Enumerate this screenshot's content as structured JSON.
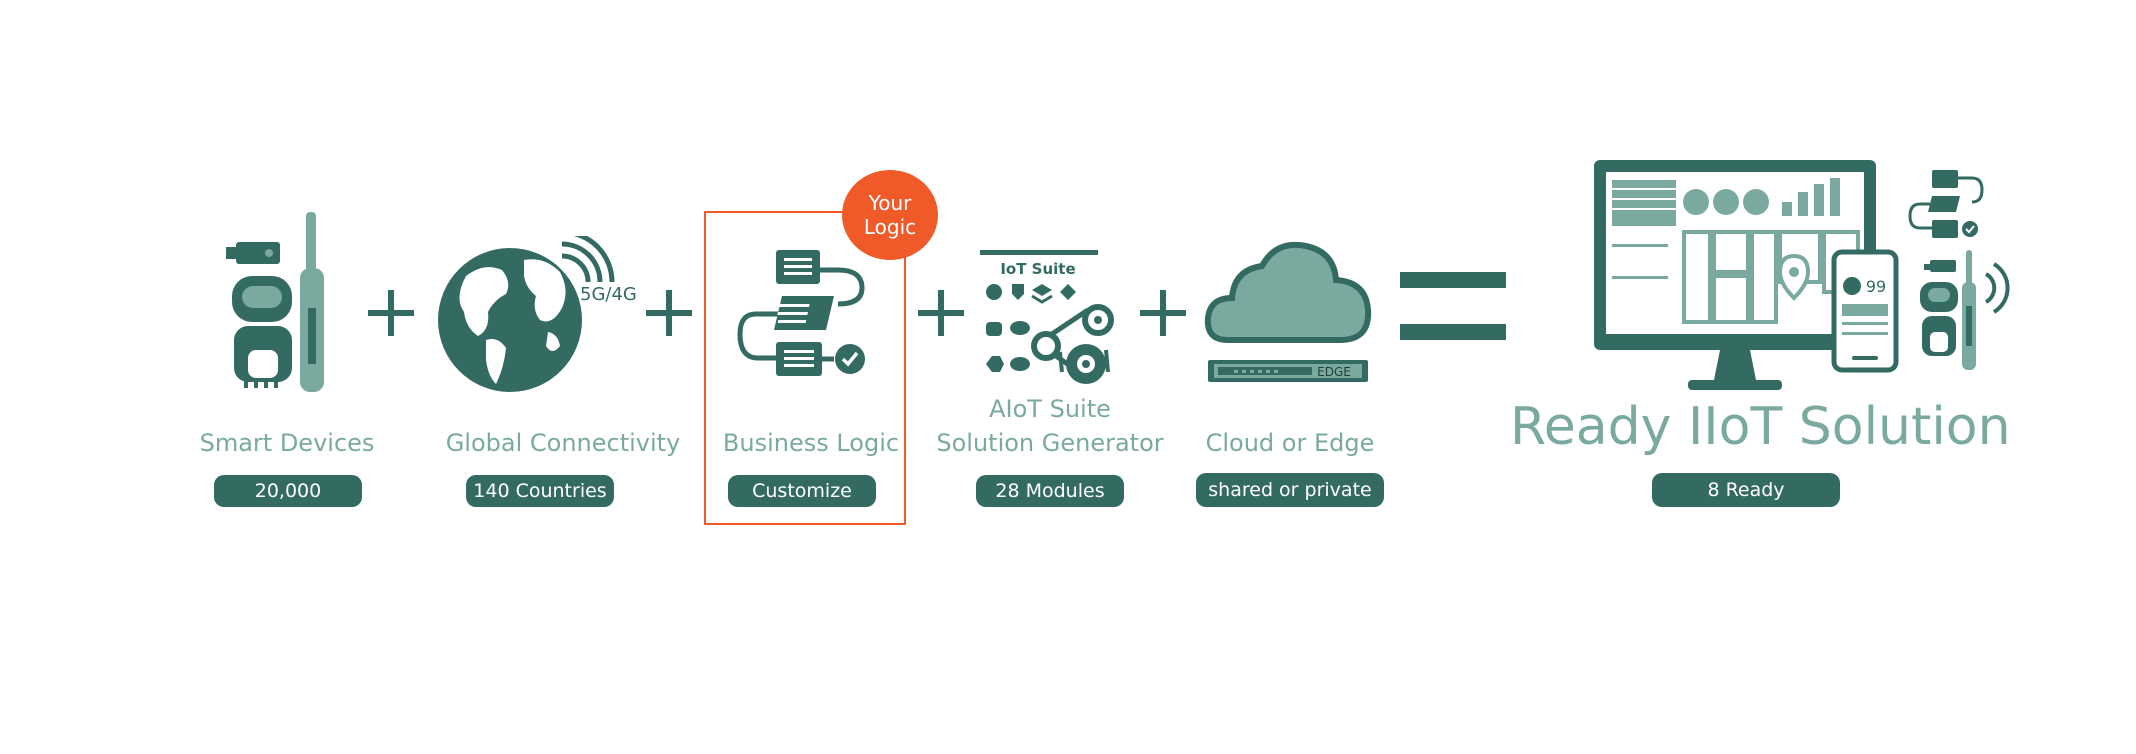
{
  "colors": {
    "primary": "#336b63",
    "label": "#7aaa9f",
    "accent": "#f05a28"
  },
  "items": [
    {
      "icon": "smart-device-icon",
      "title": "Smart Devices",
      "badge": "20,000"
    },
    {
      "icon": "globe-icon",
      "title": "Global Connectivity",
      "badge": "140 Countries",
      "icon_text": "5G/4G"
    },
    {
      "icon": "flowchart-icon",
      "title": "Business Logic",
      "badge": "Customize",
      "bubble_line1": "Your",
      "bubble_line2": "Logic"
    },
    {
      "icon": "module-grid-icon",
      "title_line1": "AIoT Suite",
      "title_line2": "Solution Generator",
      "badge": "28 Modules",
      "icon_text": "IoT Suite"
    },
    {
      "icon": "cloud-icon",
      "title": "Cloud  or  Edge",
      "badge": "shared or private",
      "icon_text": "EDGE"
    }
  ],
  "result": {
    "title": "Ready IIoT Solution",
    "badge": "8 Ready",
    "phone_text": "99"
  }
}
